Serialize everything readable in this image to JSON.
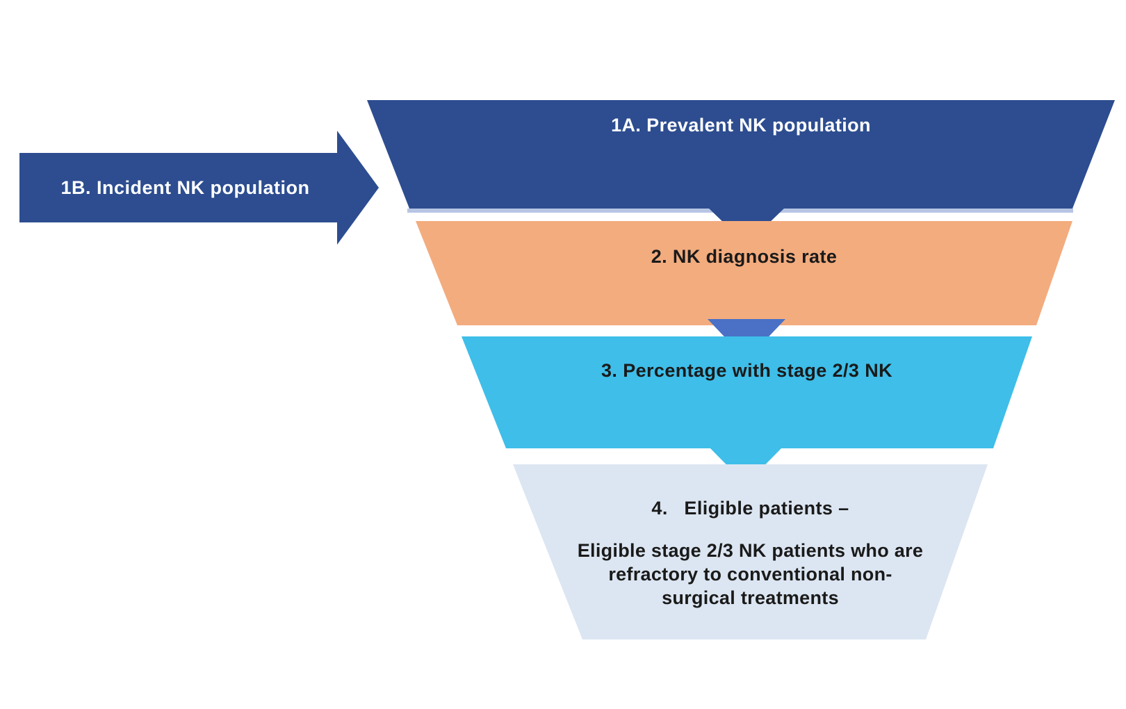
{
  "diagram": {
    "type": "funnel",
    "background_color": "#FFFFFF",
    "description": "Patient population funnel for NK eligible patients"
  },
  "side_arrow": {
    "label": "1B. Incident NK population",
    "color": "#2D4D90",
    "text_color": "#FFFFFF"
  },
  "funnel": {
    "connector_color": "#4A71C6",
    "stages": [
      {
        "label": "1A. Prevalent NK population",
        "color": "#2D4D90",
        "text_color": "#FFFFFF"
      },
      {
        "label": "2. NK diagnosis rate",
        "color": "#F3AC7E",
        "text_color": "#1A1A1A"
      },
      {
        "label": "3. Percentage with stage 2/3 NK",
        "color": "#3EBEE9",
        "text_color": "#1A1A1A"
      },
      {
        "heading": "4.   Eligible patients –",
        "description_lines": [
          "Eligible stage 2/3 NK patients who are",
          "refractory to conventional non-",
          "surgical treatments"
        ],
        "color": "#DCE6F2",
        "text_color": "#1A1A1A"
      }
    ]
  }
}
